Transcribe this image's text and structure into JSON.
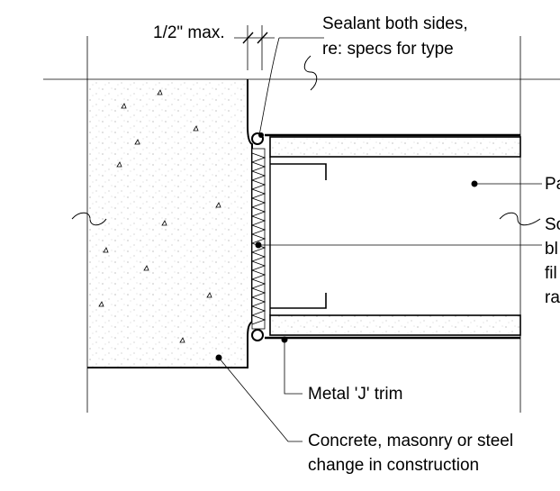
{
  "labels": {
    "dimension": "1/2\" max.",
    "sealant_line1": "Sealant both sides,",
    "sealant_line2": "re: specs for type",
    "panel_partial": "Pa",
    "sound_partial_1": "So",
    "sound_partial_2": "bl",
    "sound_partial_3": "fil",
    "sound_partial_4": "ra",
    "trim": "Metal 'J' trim",
    "concrete_line1": "Concrete, masonry or steel",
    "concrete_line2": "change in construction"
  },
  "colors": {
    "line": "#000000",
    "background": "#ffffff",
    "stipple": "#9a9a9a"
  }
}
